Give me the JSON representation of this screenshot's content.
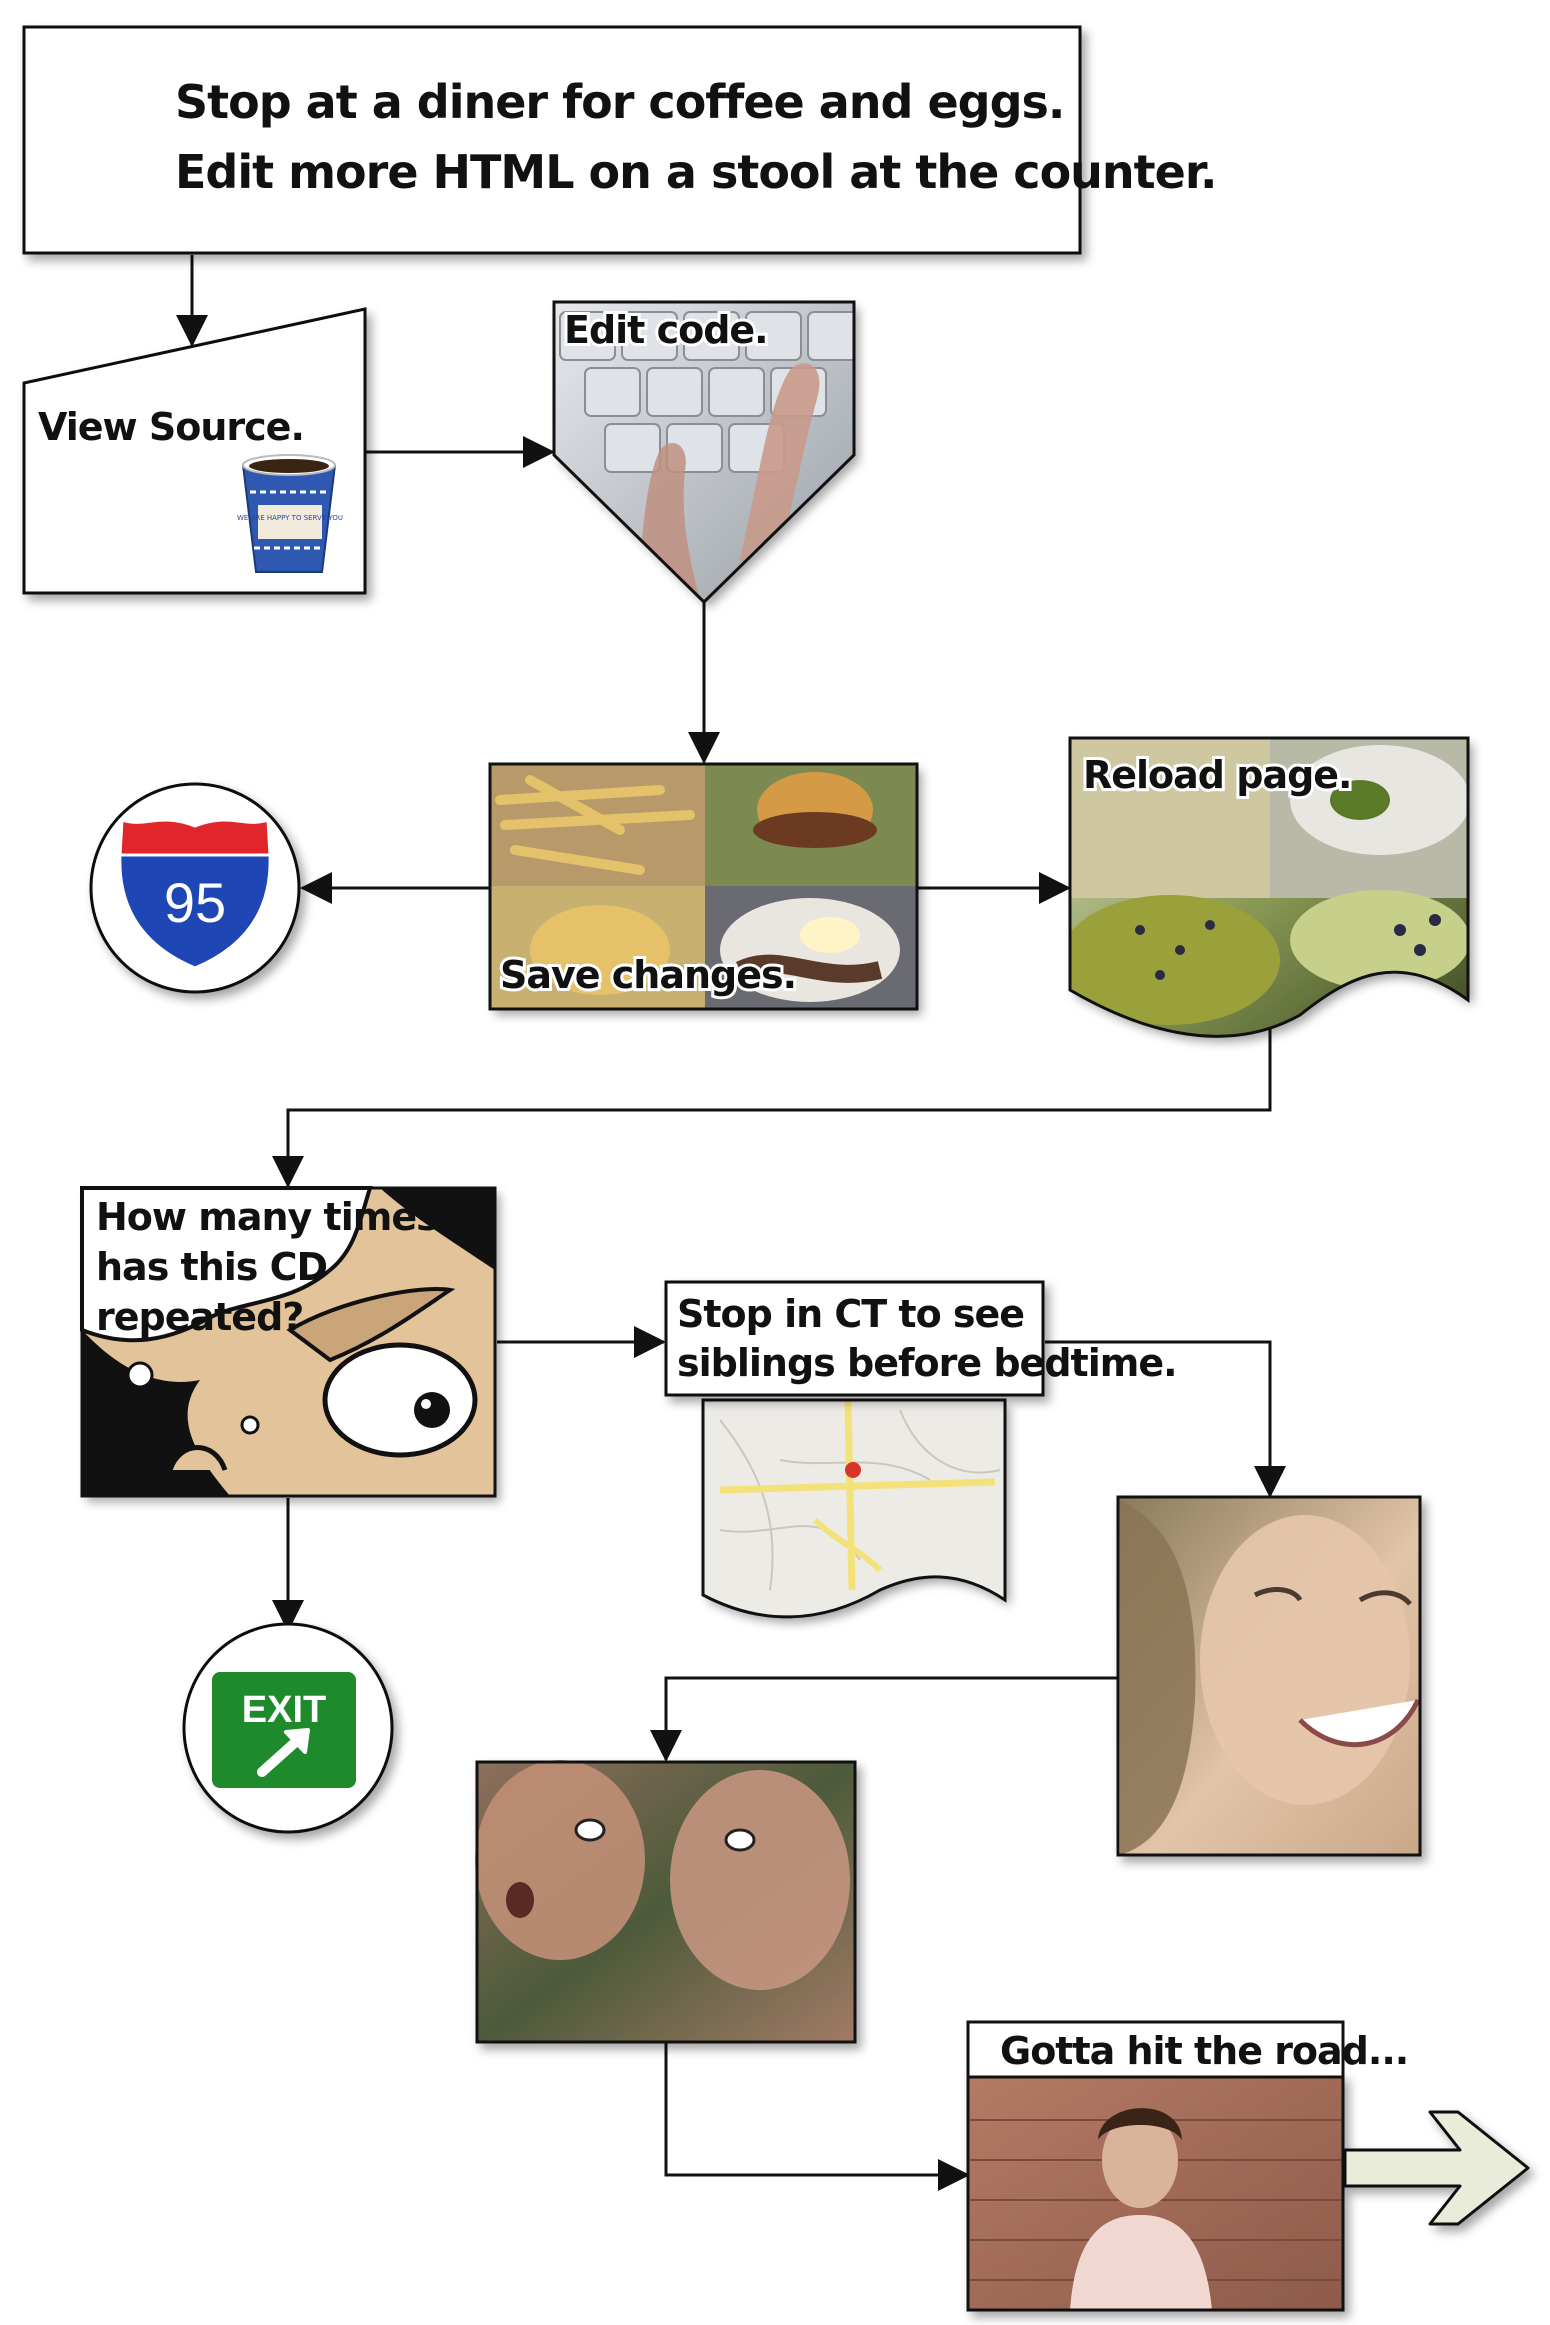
{
  "nodes": {
    "diner": {
      "lines": [
        "Stop at a diner for coffee and eggs.",
        "Edit more HTML on a stool at the counter."
      ]
    },
    "view_source": {
      "label": "View Source."
    },
    "coffee_cup": {
      "text": "WE ARE HAPPY TO SERVE YOU"
    },
    "edit_code": {
      "label": "Edit code."
    },
    "save_changes": {
      "label": "Save changes."
    },
    "i95": {
      "label": "95"
    },
    "reload_page": {
      "label": "Reload page."
    },
    "cd_question": {
      "lines": [
        "How many times",
        "has this CD",
        "repeated?"
      ]
    },
    "exit_sign": {
      "label": "EXIT"
    },
    "ct_stop": {
      "lines": [
        "Stop in CT to see",
        "siblings before bedtime."
      ]
    },
    "hit_road": {
      "label": "Gotta hit the road..."
    }
  },
  "colors": {
    "stroke": "#111111",
    "interstate_red": "#e0262b",
    "interstate_blue": "#1e46b4",
    "exit_green": "#1f8a2c",
    "road_arrow_fill": "#e8ecd8"
  }
}
